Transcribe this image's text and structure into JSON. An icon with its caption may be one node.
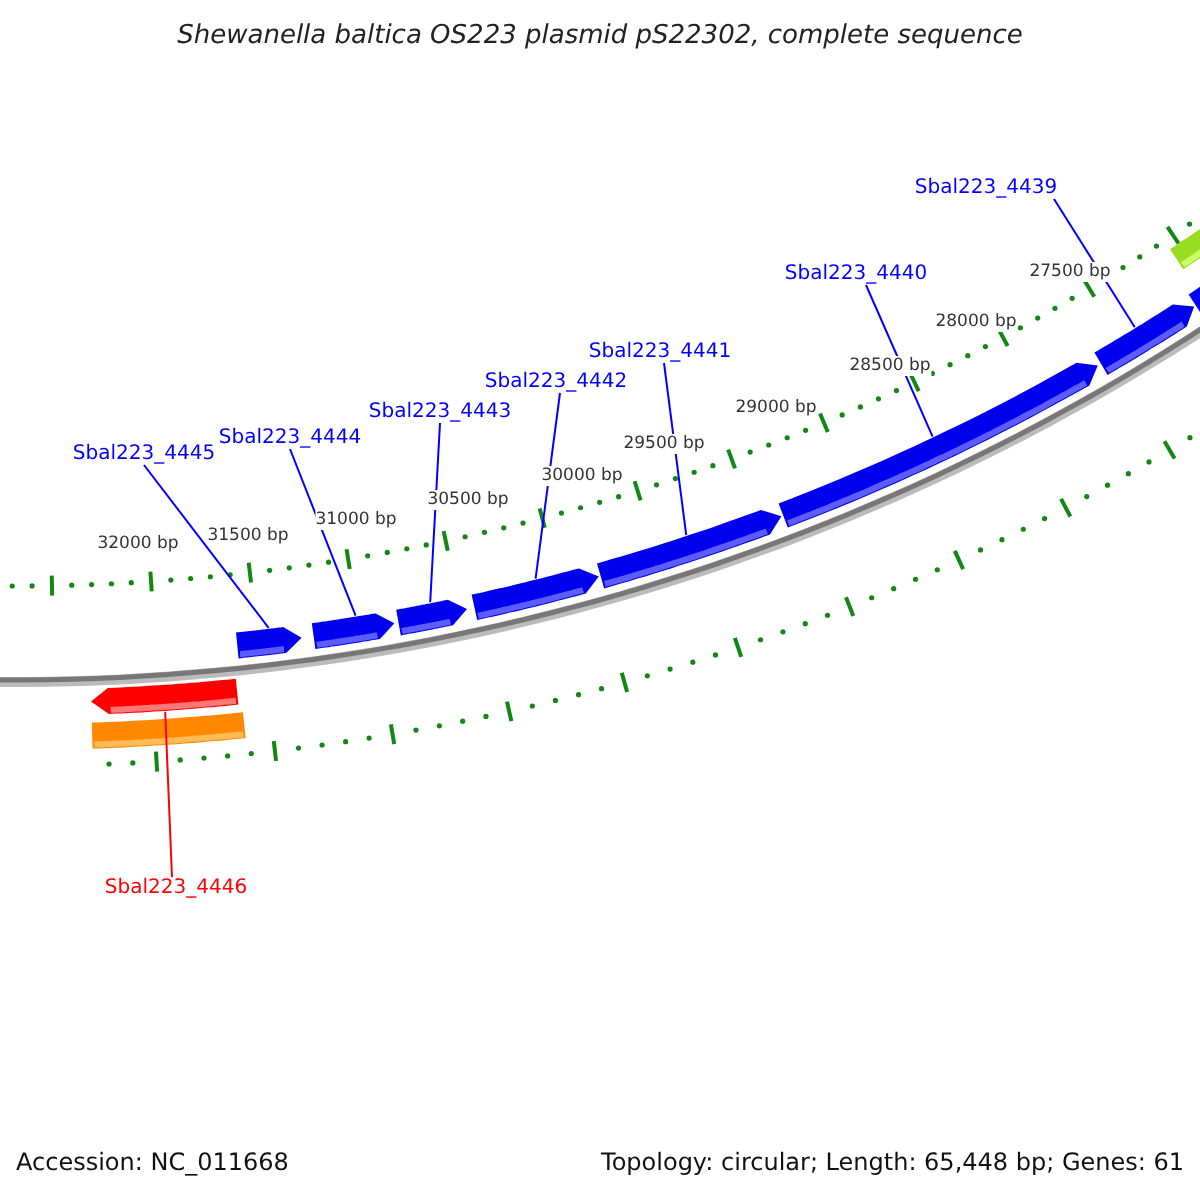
{
  "diagram": {
    "title": "Shewanella baltica OS223 plasmid pS22302, complete sequence",
    "nodes": [
      {
        "text": [
          "Sbal223_4439"
        ]
      },
      {
        "text": [
          "Sbal223_4440"
        ]
      },
      {
        "text": [
          "Sbal223_4441"
        ]
      },
      {
        "text": [
          "Sbal223_4442"
        ]
      },
      {
        "text": [
          "Sbal223_4443"
        ]
      },
      {
        "text": [
          "Sbal223_4444"
        ]
      },
      {
        "text": [
          "Sbal223_4445"
        ]
      },
      {
        "text": [
          "Sbal223_4446"
        ]
      },
      {
        "text": [],
        "shape": "arrow"
      },
      {
        "text": [],
        "shape": "arrow"
      },
      {
        "text": [],
        "shape": "arrow"
      },
      {
        "text": [],
        "shape": "arrow"
      },
      {
        "text": [],
        "shape": "arrow"
      },
      {
        "text": [],
        "shape": "arrow"
      },
      {
        "text": [],
        "shape": "arrow"
      },
      {
        "text": [],
        "shape": "arrow"
      },
      {
        "text": [],
        "shape": "bar"
      },
      {
        "text": [],
        "shape": "bar"
      },
      {
        "text": [],
        "shape": "arrow"
      }
    ],
    "edges": [
      {
        "from": 0,
        "to": 15,
        "arrow": "none"
      },
      {
        "from": 1,
        "to": 14,
        "arrow": "none"
      },
      {
        "from": 2,
        "to": 13,
        "arrow": "none"
      },
      {
        "from": 3,
        "to": 12,
        "arrow": "none"
      },
      {
        "from": 4,
        "to": 11,
        "arrow": "none"
      },
      {
        "from": 5,
        "to": 10,
        "arrow": "none"
      },
      {
        "from": 6,
        "to": 9,
        "arrow": "none"
      },
      {
        "from": 7,
        "to": 8,
        "arrow": "none",
        "color": "#ff0000"
      }
    ],
    "labels": [
      "27500 bp",
      "28000 bp",
      "28500 bp",
      "29000 bp",
      "29500 bp",
      "30000 bp",
      "30500 bp",
      "31000 bp",
      "31500 bp",
      "32000 bp",
      "Accession: NC_011668",
      "Topology: circular; Length: 65,448 bp; Genes: 61"
    ]
  }
}
